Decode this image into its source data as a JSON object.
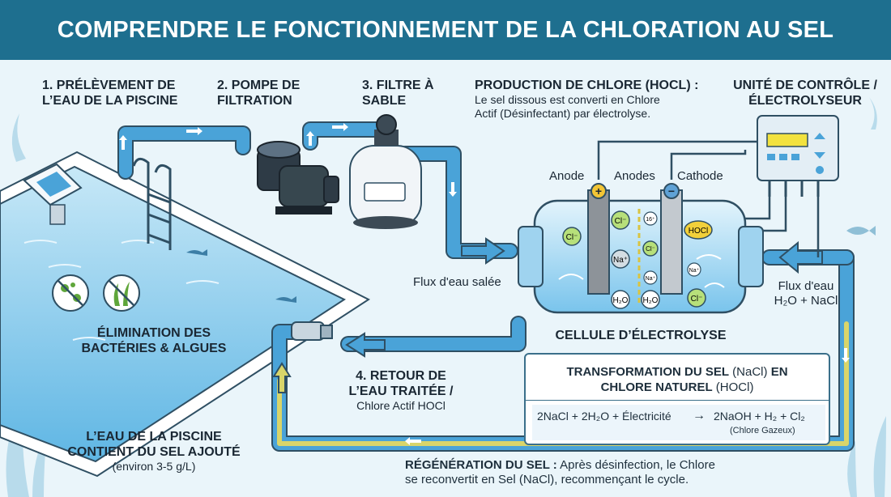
{
  "header": {
    "title": "COMPRENDRE LE FONCTIONNEMENT DE LA CHLORATION AU SEL"
  },
  "steps": {
    "step1": {
      "line1": "1. PRÉLÈVEMENT DE",
      "line2": "L’EAU DE LA PISCINE"
    },
    "step2": {
      "line1": "2. POMPE DE",
      "line2": "FILTRATION"
    },
    "step3": {
      "line1": "3. FILTRE À",
      "line2": "SABLE"
    },
    "step4": {
      "line1": "4. RETOUR DE",
      "line2": "L’EAU TRAITÉE /",
      "line3": "Chlore Actif HOCl"
    }
  },
  "production": {
    "title": "PRODUCTION DE CHLORE (HOCl) :",
    "line1": "Le sel dissous est converti en Chlore",
    "line2": "Actif (Désinfectant) par électrolyse."
  },
  "control_unit": {
    "line1": "UNITÉ DE CONTRÔLE /",
    "line2": "ÉLECTROLYSEUR"
  },
  "electrodes": {
    "anode": "Anode",
    "anodes": "Anodes",
    "cathode": "Cathode",
    "plus": "+",
    "minus": "−"
  },
  "cell": {
    "label": "CELLULE D’ÉLECTROLYSE",
    "ions": {
      "cl": "Cl⁻",
      "na": "Na⁺",
      "h2o": "H₂O",
      "hocl": "HOCl",
      "na_small": "Na⁺",
      "cl_small": "16⁺"
    }
  },
  "flows": {
    "salt_water": "Flux d'eau salée",
    "inflow_line1": "Flux d'eau",
    "inflow_line2": "H₂O + NaCl"
  },
  "pool": {
    "elimination_line1": "ÉLIMINATION DES",
    "elimination_line2": "BACTÉRIES & ALGUES",
    "salt_line1": "L’EAU DE LA PISCINE",
    "salt_line2": "CONTIENT DU SEL AJOUTÉ",
    "salt_line3": "(environ 3-5 g/L)"
  },
  "transformation": {
    "title_a": "TRANSFORMATION DU SEL",
    "title_b": "(NaCl)",
    "title_c": "EN",
    "title_d": "CHLORE NATUREL",
    "title_e": "(HOCl)",
    "equation_left": "2NaCl + 2H₂O + Électricité",
    "arrow": "→",
    "equation_right": "2NaOH + H₂ + Cl₂",
    "equation_note": "(Chlore Gazeux)"
  },
  "regeneration": {
    "title": "RÉGÉNÉRATION DU SEL :",
    "line1": "Après désinfection, le Chlore",
    "line2": "se reconvertit en Sel (NaCl), recommençant le cycle."
  },
  "colors": {
    "header": "#1e6f8f",
    "pipe": "#4aa3d8",
    "return_pipe": "#d9d56a",
    "water": "#9fd3ef"
  }
}
